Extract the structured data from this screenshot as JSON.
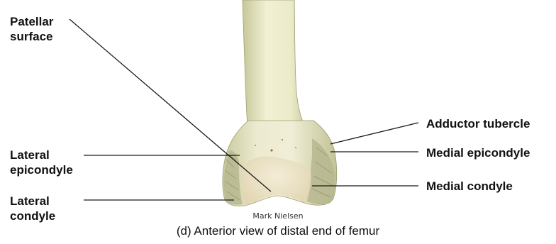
{
  "labels": {
    "patellar_surface": [
      "Patellar",
      "surface"
    ],
    "lateral_epicondyle": [
      "Lateral",
      "epicondyle"
    ],
    "lateral_condyle": [
      "Lateral",
      "condyle"
    ],
    "adductor_tubercle": "Adductor tubercle",
    "medial_epicondyle": "Medial epicondyle",
    "medial_condyle": "Medial condyle"
  },
  "credit": "Mark Nielsen",
  "caption": "(d) Anterior view of distal end of femur"
}
